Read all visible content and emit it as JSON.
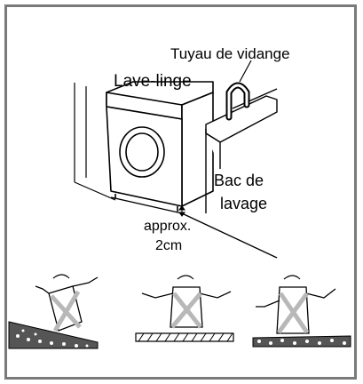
{
  "labels": {
    "drain_hose": "Tuyau de vidange",
    "washer": "Lave-linge",
    "sink_line1": "Bac de",
    "sink_line2": "lavage",
    "gap_line1": "approx.",
    "gap_line2": "2cm"
  },
  "colors": {
    "border": "#7a7a7a",
    "line": "#000000",
    "cross": "#b8b8b8"
  }
}
